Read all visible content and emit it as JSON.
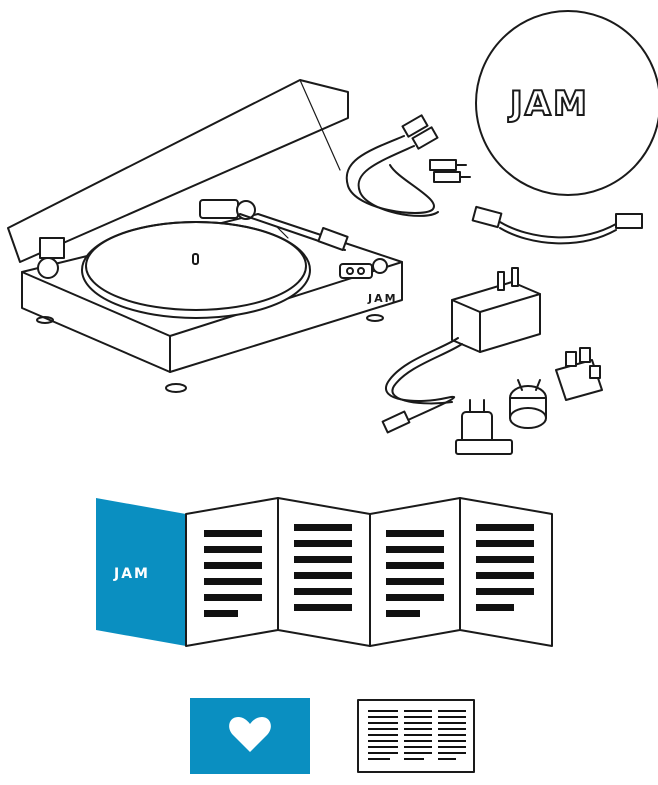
{
  "logos": {
    "disc_logo": "JAM",
    "turntable_logo": "JAM",
    "manual_cover_logo": "JAM"
  },
  "colors": {
    "brand_blue": "#0a8fc1",
    "line": "#1a1a1a",
    "background": "#ffffff"
  },
  "icons": {
    "warranty_card": "heart-icon",
    "info_sheet": "text-lines-icon"
  }
}
